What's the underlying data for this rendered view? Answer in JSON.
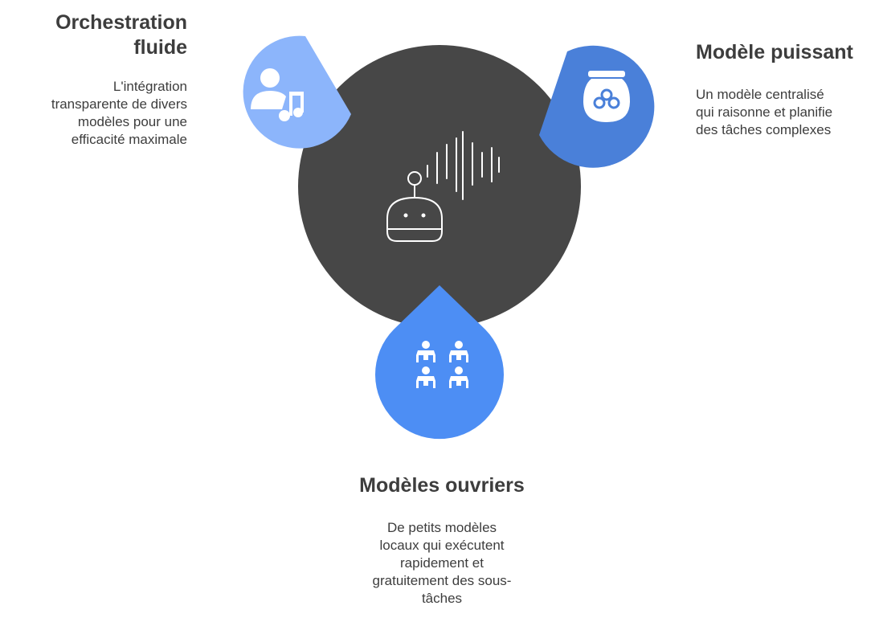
{
  "colors": {
    "center_circle": "#474747",
    "orchestration": "#8cb5fb",
    "powerful_model": "#4a80d9",
    "workers": "#4d8ef4",
    "line_art": "#ffffff"
  },
  "center": {
    "icon": "robot-with-soundwave-icon"
  },
  "orchestration": {
    "icon": "person-with-music-note-icon",
    "title_lines": [
      "Orchestration",
      "fluide"
    ],
    "desc_lines": [
      "L'intégration",
      "transparente de divers",
      "modèles pour une",
      "efficacité maximale"
    ]
  },
  "powerful_model": {
    "icon": "honey-jar-icon",
    "title_lines": [
      "Modèle puissant"
    ],
    "desc_lines": [
      "Un modèle centralisé",
      "qui raisonne et planifie",
      "des tâches complexes"
    ]
  },
  "workers": {
    "icon": "four-robot-arms-icon",
    "title_lines": [
      "Modèles ouvriers"
    ],
    "desc_lines": [
      "De petits modèles",
      "locaux qui exécutent",
      "rapidement et",
      "gratuitement des sous-",
      "tâches"
    ]
  }
}
